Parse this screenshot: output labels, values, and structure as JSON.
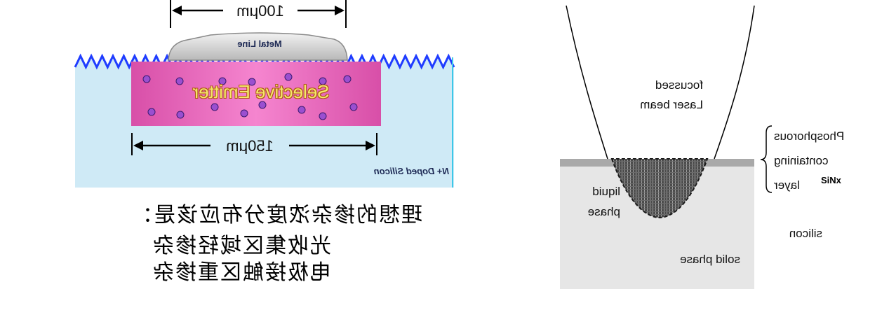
{
  "left_diagram": {
    "dim_top": "100μm",
    "metal_line": "Metal Line",
    "emitter": "Selective Emitter",
    "dim_bottom": "150μm",
    "substrate": "N+ Doped Silicon"
  },
  "caption": {
    "line1": "理想的掺杂浓度分布应该是：",
    "line2": "光收集区域轻掺杂",
    "line3": "电极接触区重掺杂"
  },
  "right_diagram": {
    "beam": [
      "focussed",
      "Laser beam"
    ],
    "liquid": [
      "liquid",
      "phase"
    ],
    "solid": "solid phase",
    "layer": [
      "Phosphorous",
      "containing",
      "layer"
    ],
    "sinx": "SiNx",
    "silicon": "silicon"
  },
  "colors": {
    "substrate_blue": "#cfeaf6",
    "zigzag_blue": "#1f3cff",
    "emitter_pink": "#e868c0",
    "dopant_purple": "#9a4fd0",
    "metal_gray": "#d6d6d6",
    "layer_gray": "#a9a9a9",
    "silicon_gray": "#e6e6e6"
  }
}
